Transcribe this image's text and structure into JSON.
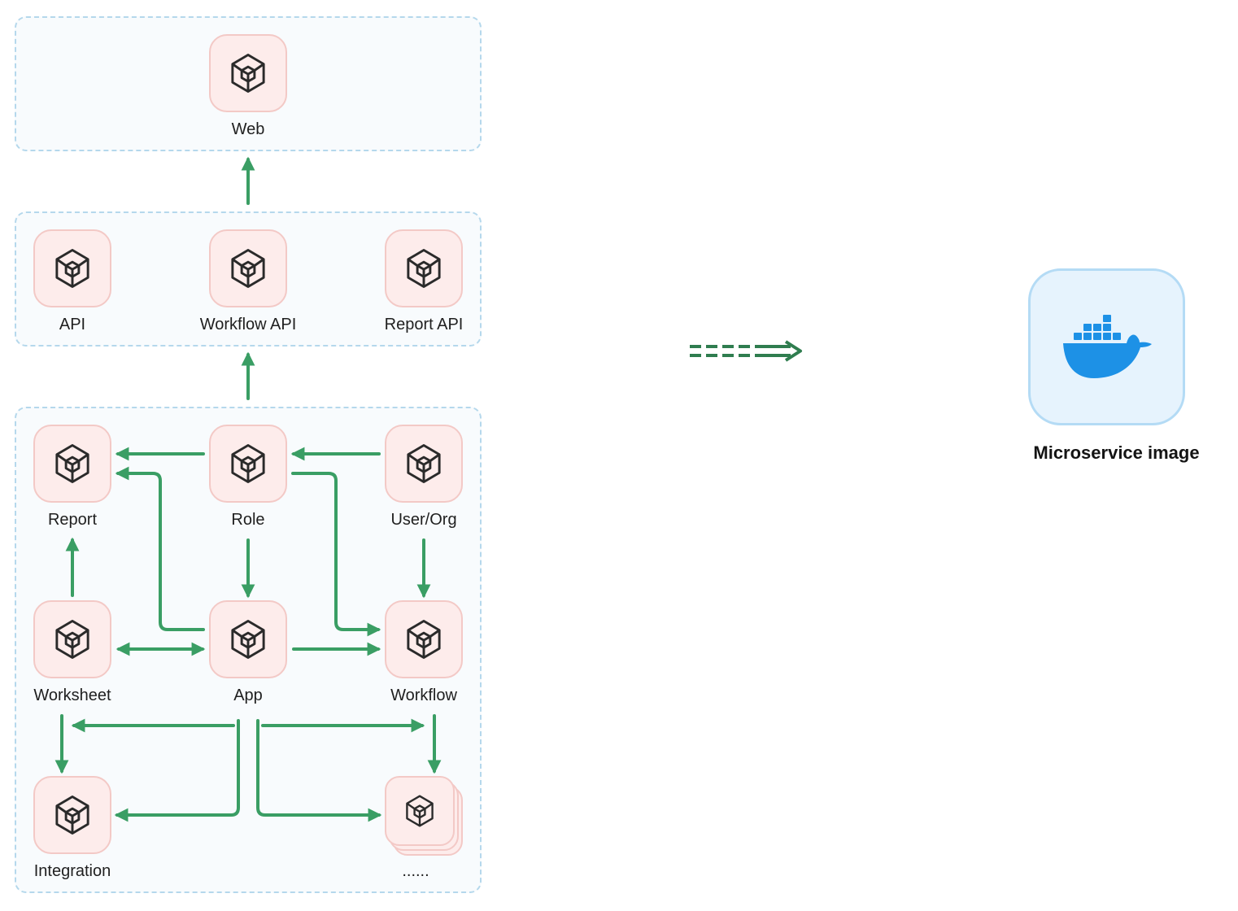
{
  "colors": {
    "arrow": "#3a9e64",
    "big_arrow": "#2f7d4f",
    "group_border": "#b5d8ec",
    "tile_fill": "#fdeceb",
    "tile_border": "#f3c9c6",
    "docker_blue": "#1d91e6"
  },
  "groups": {
    "frontend": {
      "nodes": [
        {
          "id": "web",
          "label": "Web",
          "icon": "cube-icon"
        }
      ]
    },
    "api_layer": {
      "nodes": [
        {
          "id": "api",
          "label": "API",
          "icon": "cube-icon"
        },
        {
          "id": "workflow_api",
          "label": "Workflow API",
          "icon": "cube-icon"
        },
        {
          "id": "report_api",
          "label": "Report API",
          "icon": "cube-icon"
        }
      ]
    },
    "services": {
      "nodes": [
        {
          "id": "report",
          "label": "Report",
          "icon": "cube-icon"
        },
        {
          "id": "role",
          "label": "Role",
          "icon": "cube-icon"
        },
        {
          "id": "user_org",
          "label": "User/Org",
          "icon": "cube-icon"
        },
        {
          "id": "worksheet",
          "label": "Worksheet",
          "icon": "cube-icon"
        },
        {
          "id": "app",
          "label": "App",
          "icon": "cube-icon"
        },
        {
          "id": "workflow",
          "label": "Workflow",
          "icon": "cube-icon"
        },
        {
          "id": "integration",
          "label": "Integration",
          "icon": "cube-icon"
        },
        {
          "id": "more",
          "label": "......",
          "icon": "stacked-cube-icon"
        }
      ]
    }
  },
  "edges": [
    {
      "from": "api_layer",
      "to": "frontend"
    },
    {
      "from": "services",
      "to": "api_layer"
    },
    {
      "from": "role",
      "to": "report"
    },
    {
      "from": "user_org",
      "to": "role"
    },
    {
      "from": "app",
      "to": "report"
    },
    {
      "from": "role",
      "to": "workflow"
    },
    {
      "from": "role",
      "to": "app"
    },
    {
      "from": "user_org",
      "to": "workflow"
    },
    {
      "from": "worksheet",
      "to": "report"
    },
    {
      "from": "worksheet",
      "to": "app",
      "bidirectional": true
    },
    {
      "from": "app",
      "to": "workflow"
    },
    {
      "from": "worksheet",
      "to": "integration"
    },
    {
      "from": "workflow",
      "to": "more"
    },
    {
      "from": "app",
      "to": "worksheet"
    },
    {
      "from": "app",
      "to": "workflow"
    },
    {
      "from": "app",
      "to": "integration"
    },
    {
      "from": "app",
      "to": "more"
    }
  ],
  "target": {
    "label": "Microservice image",
    "icon": "docker-whale-icon"
  }
}
